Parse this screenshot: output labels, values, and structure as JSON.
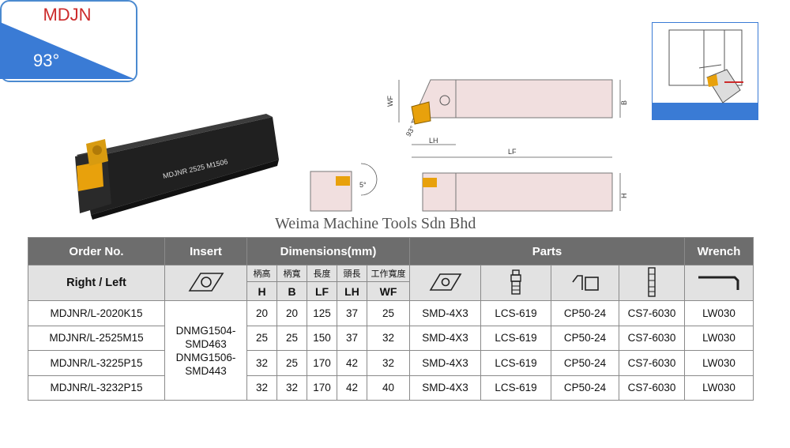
{
  "badge": {
    "title": "MDJN",
    "angle": "93°"
  },
  "photo": {
    "holder_marking": "MDJNR 2525 M1506"
  },
  "drawing": {
    "labels": {
      "wf": "WF",
      "lh": "LH",
      "lf": "LF",
      "b": "B",
      "h": "H",
      "angle": "93°",
      "clearance": "5°"
    }
  },
  "company": "Weima Machine Tools Sdn Bhd",
  "table": {
    "headers": {
      "order_no": "Order No.",
      "insert": "Insert",
      "dimensions": "Dimensions(mm)",
      "parts": "Parts",
      "wrench": "Wrench"
    },
    "right_left": "Right / Left",
    "dim_cn": [
      "柄高",
      "柄寬",
      "長度",
      "頭長",
      "工作寬度"
    ],
    "dim_letters": [
      "H",
      "B",
      "LF",
      "LH",
      "WF"
    ],
    "insert_values": [
      "DNMG1504-",
      "SMD463",
      "DNMG1506-",
      "SMD443"
    ],
    "rows": [
      {
        "order": "MDJNR/L-2020K15",
        "h": "20",
        "b": "20",
        "lf": "125",
        "lh": "37",
        "wf": "25",
        "p1": "SMD-4X3",
        "p2": "LCS-619",
        "p3": "CP50-24",
        "p4": "CS7-6030",
        "wrench": "LW030"
      },
      {
        "order": "MDJNR/L-2525M15",
        "h": "25",
        "b": "25",
        "lf": "150",
        "lh": "37",
        "wf": "32",
        "p1": "SMD-4X3",
        "p2": "LCS-619",
        "p3": "CP50-24",
        "p4": "CS7-6030",
        "wrench": "LW030"
      },
      {
        "order": "MDJNR/L-3225P15",
        "h": "32",
        "b": "25",
        "lf": "170",
        "lh": "42",
        "wf": "32",
        "p1": "SMD-4X3",
        "p2": "LCS-619",
        "p3": "CP50-24",
        "p4": "CS7-6030",
        "wrench": "LW030"
      },
      {
        "order": "MDJNR/L-3232P15",
        "h": "32",
        "b": "32",
        "lf": "170",
        "lh": "42",
        "wf": "40",
        "p1": "SMD-4X3",
        "p2": "LCS-619",
        "p3": "CP50-24",
        "p4": "CS7-6030",
        "wrench": "LW030"
      }
    ]
  },
  "colors": {
    "header_bg": "#6d6d6d",
    "subheader_bg": "#e2e2e2",
    "badge_blue": "#3a7bd5",
    "badge_text": "#cc2a2a",
    "insert_gold": "#e8a10c"
  }
}
